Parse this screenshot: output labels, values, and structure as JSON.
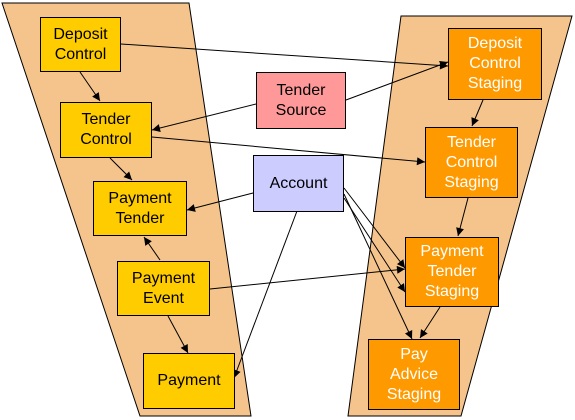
{
  "colors": {
    "band_fill": "#F4C48C",
    "yellow_box": "#FFCC00",
    "orange_box": "#FF9900",
    "pink_box": "#FF9999",
    "lavender_box": "#CCCCFF",
    "outline": "#000000"
  },
  "boxes": {
    "deposit_control": "Deposit\nControl",
    "tender_control": "Tender\nControl",
    "payment_tender": "Payment\nTender",
    "payment_event": "Payment\nEvent",
    "payment": "Payment",
    "tender_source": "Tender\nSource",
    "account": "Account",
    "deposit_control_staging": "Deposit\nControl\nStaging",
    "tender_control_staging": "Tender\nControl\nStaging",
    "payment_tender_staging": "Payment\nTender\nStaging",
    "pay_advice_staging": "Pay\nAdvice\nStaging"
  }
}
